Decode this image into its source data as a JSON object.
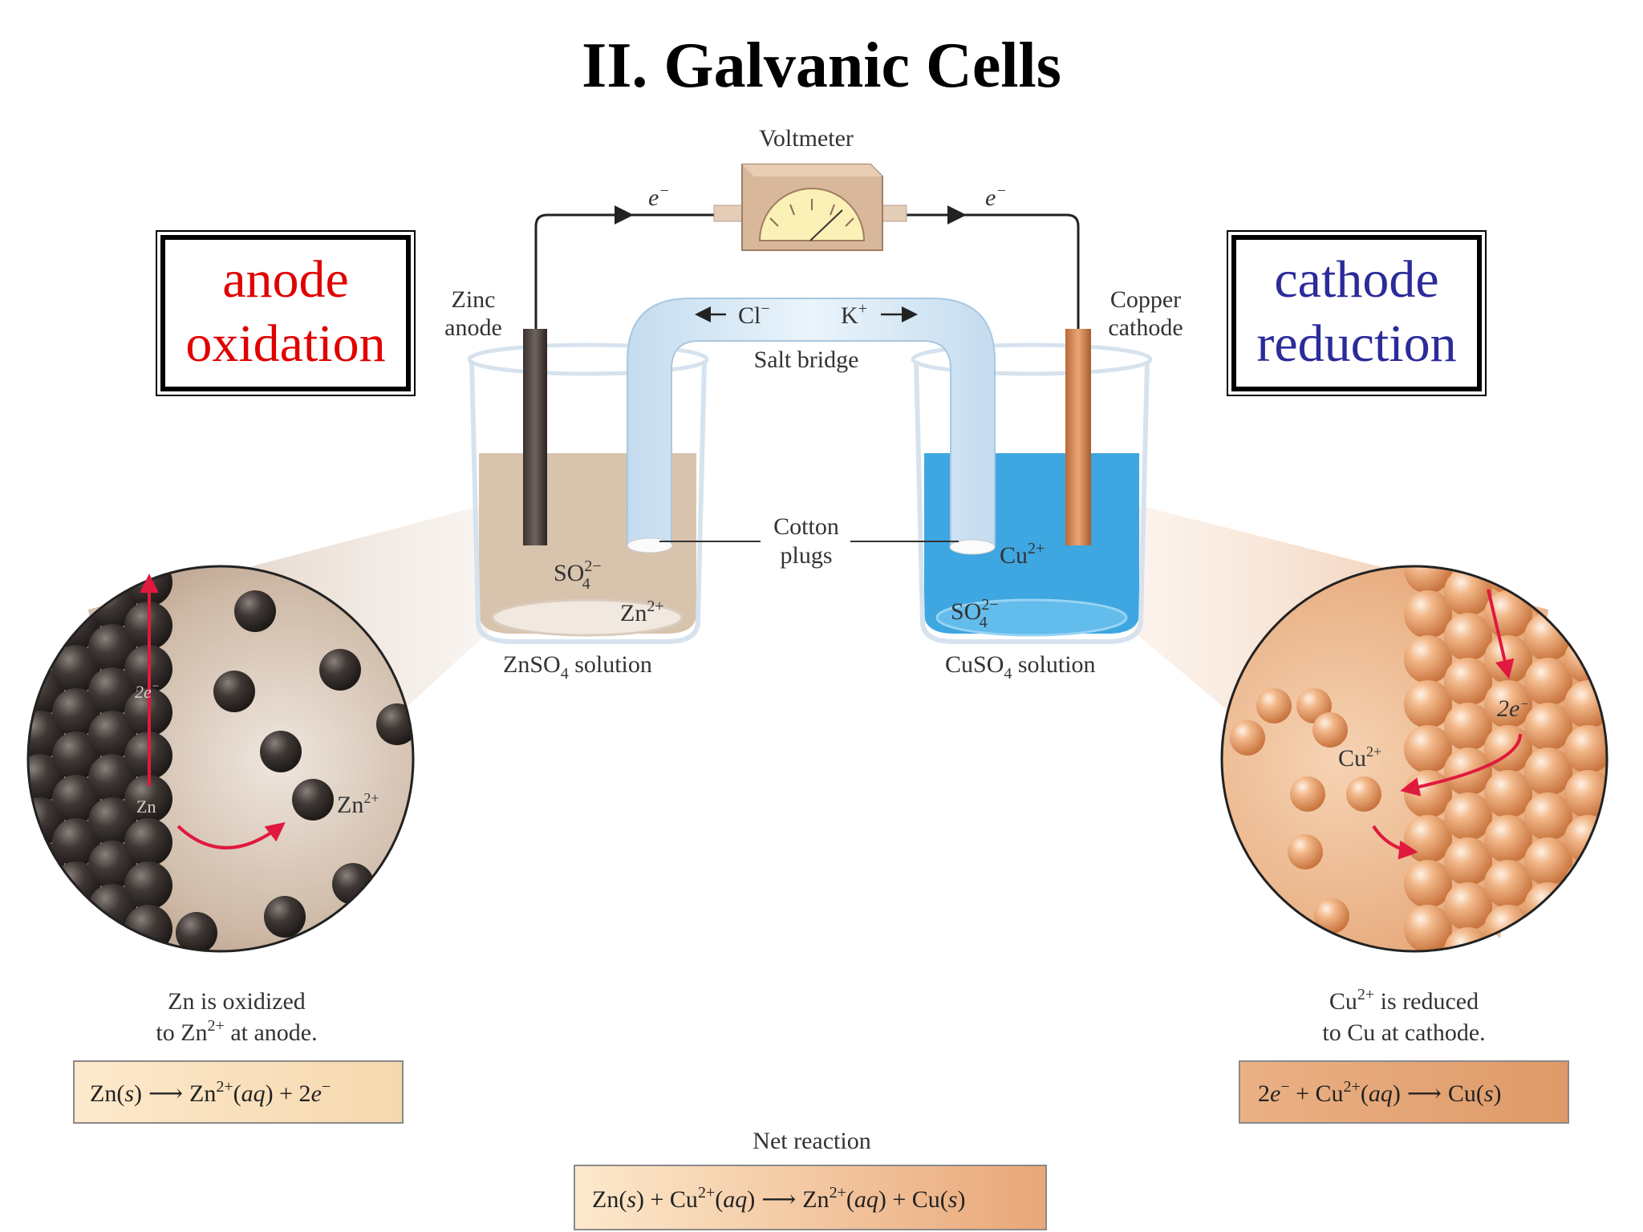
{
  "title": "II. Galvanic Cells",
  "anode_box": {
    "line1": "anode",
    "line2": "oxidation",
    "line1_color": "#e00000",
    "line2_color": "#e00000"
  },
  "cathode_box": {
    "line1": "cathode",
    "line2": "reduction",
    "line1_color": "#2b2b9a",
    "line2_color": "#2b2b9a"
  },
  "apparatus": {
    "voltmeter": "Voltmeter",
    "electron_left": "e",
    "electron_right": "e",
    "electron_sup": "−",
    "zinc_anode_1": "Zinc",
    "zinc_anode_2": "anode",
    "copper_cathode_1": "Copper",
    "copper_cathode_2": "cathode",
    "salt_bridge": "Salt bridge",
    "chloride": "Cl",
    "chloride_sup": "−",
    "potassium": "K",
    "potassium_sup": "+",
    "cotton_1": "Cotton",
    "cotton_2": "plugs",
    "left_solution": "ZnSO",
    "left_solution_sub": "4",
    "left_solution_tail": " solution",
    "right_solution": "CuSO",
    "right_solution_sub": "4",
    "right_solution_tail": " solution",
    "left_ion_so4": "SO",
    "so4_sub": "4",
    "so4_sup": "2−",
    "left_ion_zn": "Zn",
    "zn_sup": "2+",
    "right_ion_cu": "Cu",
    "cu_sup": "2+",
    "right_ion_so4": "SO"
  },
  "left_zoom": {
    "electrons": "2e",
    "electrons_sup": "−",
    "atom": "Zn",
    "ion": "Zn",
    "ion_sup": "2+",
    "caption_1": "Zn is oxidized",
    "caption_2a": "to Zn",
    "caption_2_sup": "2+",
    "caption_2b": " at anode.",
    "equation": {
      "p1": "Zn(",
      "p1i": "s",
      "p2": ")",
      "arrow": "⟶",
      "p3": "Zn",
      "p3_sup": "2+",
      "p4": "(",
      "p4i": "aq",
      "p5": ") + 2",
      "p5i": "e",
      "p5_sup": "−"
    }
  },
  "right_zoom": {
    "electrons": "2e",
    "electrons_sup": "−",
    "ion": "Cu",
    "ion_sup": "2+",
    "caption_1a": "Cu",
    "caption_1_sup": "2+",
    "caption_1b": " is reduced",
    "caption_2": "to Cu at cathode.",
    "equation": {
      "p1": "2",
      "p1i": "e",
      "p1_sup": "−",
      "p2": " + Cu",
      "p2_sup": "2+",
      "p3": "(",
      "p3i": "aq",
      "p4": ")",
      "arrow": "⟶",
      "p5": "Cu(",
      "p5i": "s",
      "p6": ")"
    }
  },
  "net": {
    "label": "Net reaction",
    "p1": "Zn(",
    "p1i": "s",
    "p2": ") + Cu",
    "p2_sup": "2+",
    "p3": "(",
    "p3i": "aq",
    "p4": ")",
    "arrow": "⟶",
    "p5": "Zn",
    "p5_sup": "2+",
    "p6": "(",
    "p6i": "aq",
    "p7": ") + Cu(",
    "p7i": "s",
    "p8": ")"
  },
  "colors": {
    "zinc_solution": "#d8c3ad",
    "copper_solution": "#3ea6e0",
    "zinc_atom": "#3a3330",
    "copper_atom": "#e7a06c",
    "zn_eq_box": "#fbe6c6",
    "cu_eq_box": "#e6a77a",
    "arrow_red": "#e0193e"
  }
}
